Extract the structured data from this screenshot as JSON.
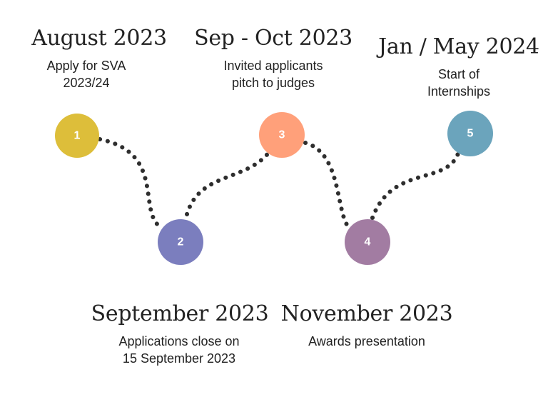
{
  "milestones": [
    {
      "number": "1",
      "title": "August 2023",
      "description": "Apply for SVA\n2023/24",
      "color": "#DDBE3A"
    },
    {
      "number": "2",
      "title": "September 2023",
      "description": "Applications close on\n15 September 2023",
      "color": "#7B7EBE"
    },
    {
      "number": "3",
      "title": "Sep - Oct 2023",
      "description": "Invited applicants\npitch to judges",
      "color": "#FFA07A"
    },
    {
      "number": "4",
      "title": "November 2023",
      "description": "Awards presentation",
      "color": "#A27CA2"
    },
    {
      "number": "5",
      "title": "Jan / May 2024",
      "description": "Start of Internships",
      "color": "#6BA4BC"
    }
  ],
  "connector_color": "#2E2E2E"
}
